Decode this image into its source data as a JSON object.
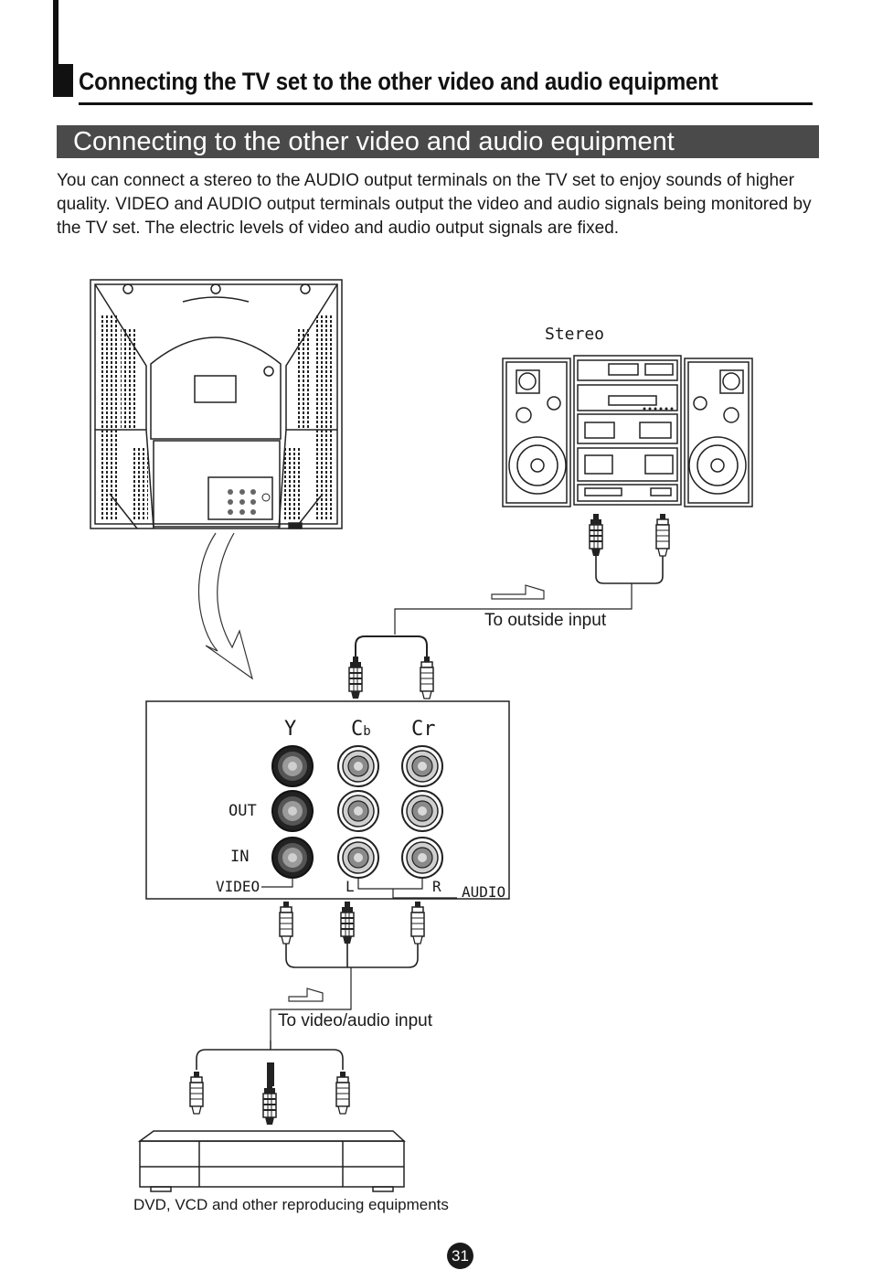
{
  "header": {
    "title": "Connecting the TV set to the other video and audio equipment"
  },
  "section": {
    "title": "Connecting to the other video and audio equipment",
    "intro": "You can connect a stereo to the AUDIO output terminals on the TV set to enjoy sounds of higher quality. VIDEO and AUDIO output terminals output the video and audio signals being monitored by the TV set. The electric levels of video and audio output signals are fixed."
  },
  "diagram": {
    "stereo_label": "Stereo",
    "outside_input_label": "To outside input",
    "video_audio_input_label": "To video/audio input",
    "dvd_caption": "DVD, VCD and other reproducing equipments",
    "panel": {
      "col_y": "Y",
      "col_cb_main": "C",
      "col_cb_sub": "b",
      "col_cr": "Cr",
      "row_out": "OUT",
      "row_in": "IN",
      "video": "VIDEO",
      "left": "L",
      "right": "R",
      "audio": "AUDIO"
    }
  },
  "footer": {
    "page_number": "31"
  }
}
